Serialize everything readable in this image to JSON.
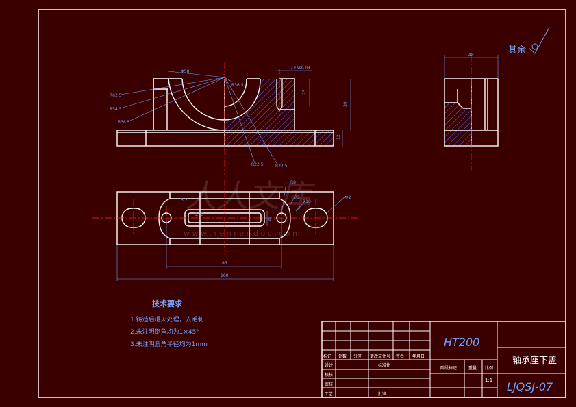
{
  "drawing": {
    "surface_finish": "其余",
    "material": "HT200",
    "part_name": "轴承座下盖",
    "drawing_number": "LJQSJ-07",
    "scale": "1:1",
    "watermark_cn": "人人文库",
    "watermark_url": "w w w . r e n r e n d o c . c o m"
  },
  "tech_requirements": {
    "title": "技术要求",
    "items": [
      "1.铸造后退火处理，去毛刺",
      "2.未注明倒角均为1×45°",
      "3.未注明圆角半径均为1mm"
    ]
  },
  "front_view": {
    "labels": [
      "R62.5",
      "R54.5",
      "R38.5",
      "Φ58",
      "R36.5",
      "2×M8-7H",
      "25",
      "39",
      "12",
      "R22.5",
      "R27.5"
    ]
  },
  "top_view": {
    "labels": [
      "R8",
      "R5",
      "R10",
      "Φ2",
      "3.2",
      "3.25",
      "8",
      "85",
      "160"
    ]
  },
  "side_view": {
    "labels": [
      "48"
    ]
  },
  "title_block": {
    "row_labels": [
      "标记",
      "处数",
      "分区",
      "更改文件号",
      "签名",
      "年月日",
      "设计",
      "标准化",
      "校核",
      "审核",
      "工艺",
      "批准"
    ],
    "stage_labels": [
      "阶段标记",
      "重量",
      "比例"
    ]
  },
  "colors": {
    "background": "#3a0000",
    "outline": "#ffffff",
    "dimension": "#6fa0ff",
    "centerline": "#ff2020",
    "hatch": "#4a6aff"
  }
}
